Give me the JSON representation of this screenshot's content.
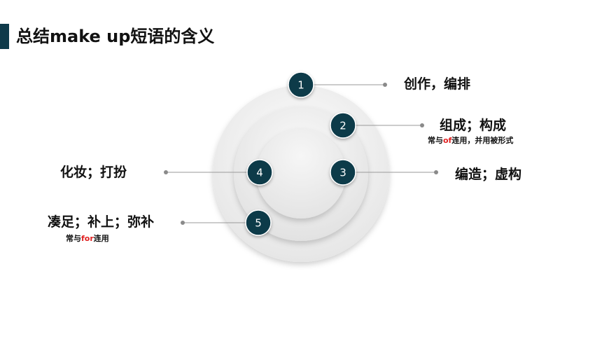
{
  "title": "总结make up短语的含义",
  "items": [
    {
      "num": "1",
      "label": "创作，编排"
    },
    {
      "num": "2",
      "label": "组成；构成",
      "note_pre": "常与",
      "note_kw": "of",
      "note_post": "连用，并用被形式"
    },
    {
      "num": "3",
      "label": "编造；虚构"
    },
    {
      "num": "4",
      "label": "化妆；打扮"
    },
    {
      "num": "5",
      "label": "凑足；补上；弥补",
      "note_pre": "常与",
      "note_kw": "for",
      "note_post": "连用"
    }
  ],
  "colors": {
    "accent": "#0f3a4a",
    "keyword": "#e02020"
  }
}
